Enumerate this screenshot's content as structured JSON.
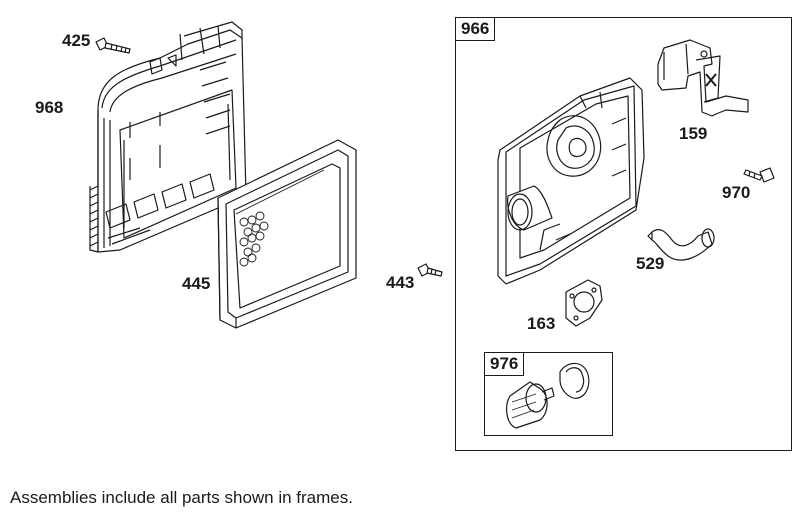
{
  "parts": {
    "p425": "425",
    "p968": "968",
    "p445": "445",
    "p443": "443",
    "p966": "966",
    "p159": "159",
    "p970": "970",
    "p529": "529",
    "p163": "163",
    "p976": "976"
  },
  "footnote": "Assemblies include all parts shown in frames."
}
